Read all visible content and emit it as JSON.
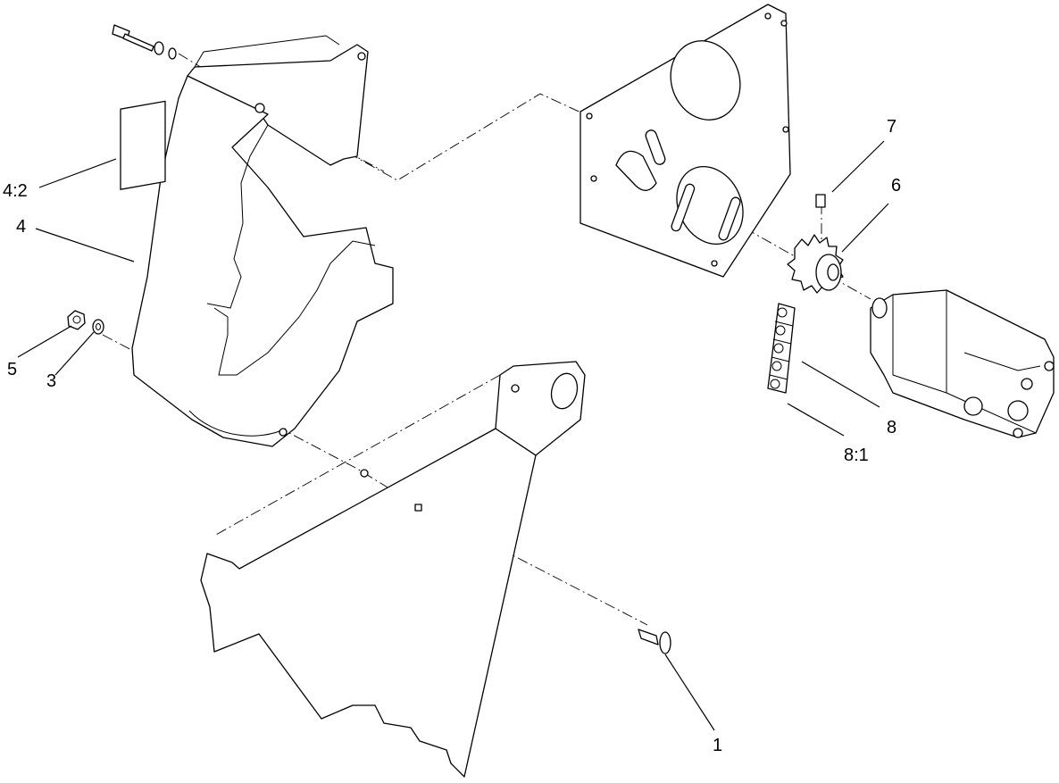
{
  "callouts": {
    "c4_2": "4:2",
    "c4": "4",
    "c5": "5",
    "c3": "3",
    "c7": "7",
    "c6": "6",
    "c8": "8",
    "c8_1": "8:1",
    "c1": "1"
  }
}
